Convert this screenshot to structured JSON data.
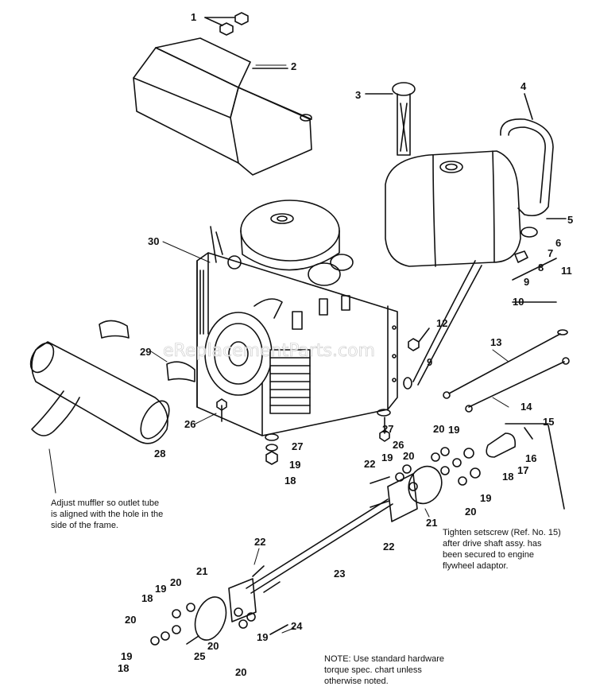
{
  "watermark": "eReplacementParts.com",
  "callouts": [
    {
      "id": "c1",
      "text": "1"
    },
    {
      "id": "c2",
      "text": "2"
    },
    {
      "id": "c3",
      "text": "3"
    },
    {
      "id": "c4",
      "text": "4"
    },
    {
      "id": "c5",
      "text": "5"
    },
    {
      "id": "c6",
      "text": "6"
    },
    {
      "id": "c7",
      "text": "7"
    },
    {
      "id": "c8",
      "text": "8"
    },
    {
      "id": "c9a",
      "text": "9"
    },
    {
      "id": "c9b",
      "text": "9"
    },
    {
      "id": "c10",
      "text": "10"
    },
    {
      "id": "c11",
      "text": "11"
    },
    {
      "id": "c12",
      "text": "12"
    },
    {
      "id": "c13",
      "text": "13"
    },
    {
      "id": "c14",
      "text": "14"
    },
    {
      "id": "c15",
      "text": "15"
    },
    {
      "id": "c16",
      "text": "16"
    },
    {
      "id": "c17",
      "text": "17"
    },
    {
      "id": "c18a",
      "text": "18"
    },
    {
      "id": "c18b",
      "text": "18"
    },
    {
      "id": "c18c",
      "text": "18"
    },
    {
      "id": "c18d",
      "text": "18"
    },
    {
      "id": "c19a",
      "text": "19"
    },
    {
      "id": "c19b",
      "text": "19"
    },
    {
      "id": "c19c",
      "text": "19"
    },
    {
      "id": "c19d",
      "text": "19"
    },
    {
      "id": "c19e",
      "text": "19"
    },
    {
      "id": "c19f",
      "text": "19"
    },
    {
      "id": "c19g",
      "text": "19"
    },
    {
      "id": "c20a",
      "text": "20"
    },
    {
      "id": "c20b",
      "text": "20"
    },
    {
      "id": "c20c",
      "text": "20"
    },
    {
      "id": "c20d",
      "text": "20"
    },
    {
      "id": "c20e",
      "text": "20"
    },
    {
      "id": "c20f",
      "text": "20"
    },
    {
      "id": "c20g",
      "text": "20"
    },
    {
      "id": "c21a",
      "text": "21"
    },
    {
      "id": "c21b",
      "text": "21"
    },
    {
      "id": "c22a",
      "text": "22"
    },
    {
      "id": "c22b",
      "text": "22"
    },
    {
      "id": "c22c",
      "text": "22"
    },
    {
      "id": "c23",
      "text": "23"
    },
    {
      "id": "c24",
      "text": "24"
    },
    {
      "id": "c25",
      "text": "25"
    },
    {
      "id": "c26a",
      "text": "26"
    },
    {
      "id": "c26b",
      "text": "26"
    },
    {
      "id": "c27a",
      "text": "27"
    },
    {
      "id": "c27b",
      "text": "27"
    },
    {
      "id": "c28",
      "text": "28"
    },
    {
      "id": "c29",
      "text": "29"
    },
    {
      "id": "c30",
      "text": "30"
    }
  ],
  "notes": {
    "muffler": [
      "Adjust muffler so outlet tube",
      "is aligned with the hole in the",
      "side of the frame."
    ],
    "setscrew": [
      "Tighten setscrew (Ref. No. 15)",
      "after drive shaft assy. has",
      "been secured to engine",
      "flywheel adaptor."
    ],
    "hardware": [
      "NOTE: Use standard hardware",
      "torque spec. chart unless",
      "otherwise noted."
    ]
  }
}
